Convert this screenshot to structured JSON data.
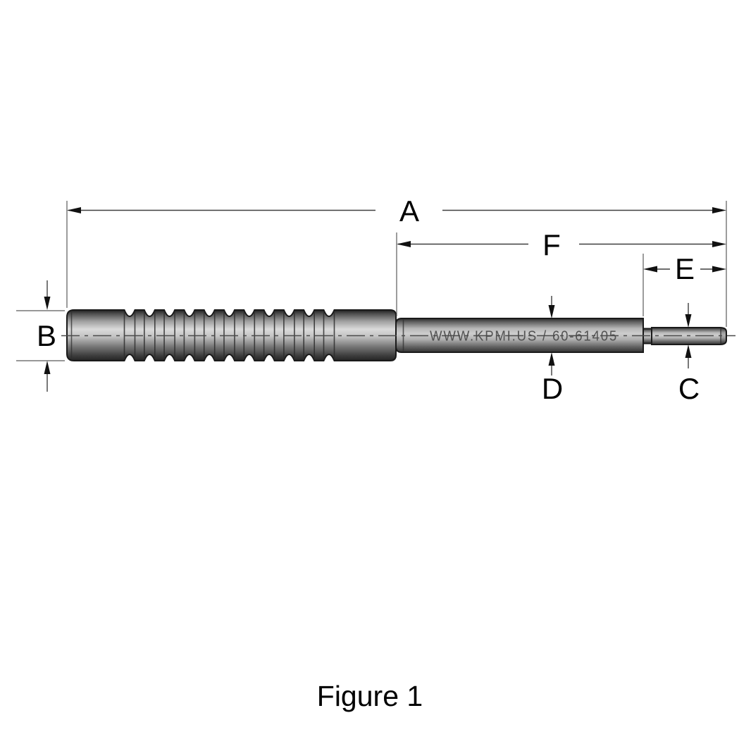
{
  "figure": {
    "caption": "Figure 1"
  },
  "tool": {
    "engraving": "WWW.KPMI.US / 60-61405"
  },
  "dimensions": {
    "A": {
      "label": "A"
    },
    "B": {
      "label": "B"
    },
    "C": {
      "label": "C"
    },
    "D": {
      "label": "D"
    },
    "E": {
      "label": "E"
    },
    "F": {
      "label": "F"
    }
  },
  "colors": {
    "background": "#ffffff",
    "outline": "#1a1a1a",
    "dimension_lines": "#3f3f3f",
    "label_text": "#000000",
    "engraving_text": "#4a4a4a",
    "metal_highlight": "#dadada",
    "metal_dark": "#232323"
  }
}
